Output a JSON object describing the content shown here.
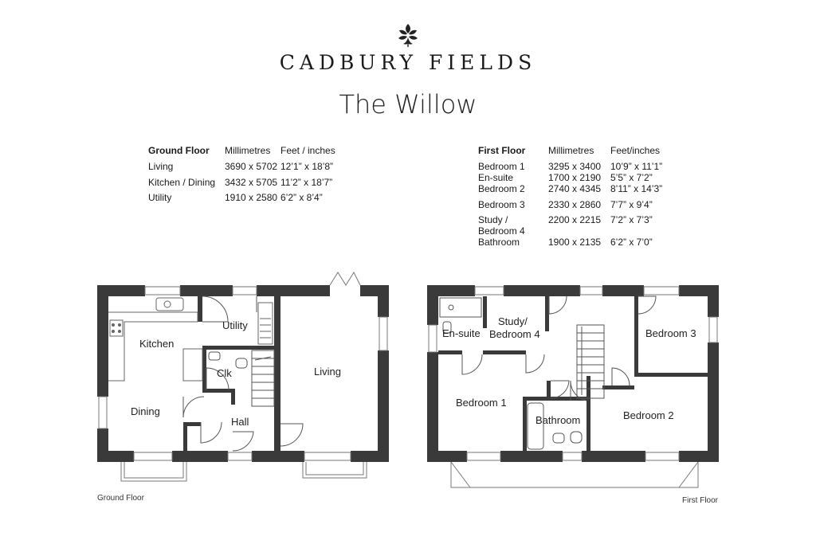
{
  "brand": {
    "name": "CADBURY FIELDS",
    "logo_icon": "leaf-cluster-icon"
  },
  "plan_name": "The Willow",
  "ground_floor_schedule": {
    "headers": [
      "Ground Floor",
      "Millimetres",
      "Feet / inches"
    ],
    "rows": [
      {
        "room": "Living",
        "mm": "3690 x 5702",
        "ft": "12’1” x 18’8”"
      },
      {
        "room": "Kitchen / Dining",
        "mm": "3432 x 5705",
        "ft": "11’2” x 18’7”"
      },
      {
        "room": "Utility",
        "mm": "1910 x 2580",
        "ft": "6’2” x 8’4”"
      }
    ]
  },
  "first_floor_schedule": {
    "headers": [
      "First Floor",
      "Millimetres",
      "Feet/inches"
    ],
    "rows": [
      {
        "room": "Bedroom 1\nEn-suite",
        "mm": "3295 x 3400\n1700 x 2190",
        "ft": "10’9” x 11’1”\n5’5” x 7’2”"
      },
      {
        "room": "Bedroom 2",
        "mm": "2740 x 4345",
        "ft": "8’11” x 14’3”"
      },
      {
        "room": "Bedroom 3",
        "mm": "2330 x 2860",
        "ft": "7’7” x 9’4”"
      },
      {
        "room": "Study /\nBedroom 4",
        "mm": "2200 x 2215",
        "ft": "7’2” x 7’3”"
      },
      {
        "room": "Bathroom",
        "mm": "1900 x 2135",
        "ft": "6’2” x 7’0”"
      }
    ]
  },
  "ground_floor_plan": {
    "caption": "Ground Floor",
    "rooms": {
      "kitchen": "Kitchen",
      "dining": "Dining",
      "utility": "Utility",
      "clk": "Clk",
      "hall": "Hall",
      "living": "Living"
    }
  },
  "first_floor_plan": {
    "caption": "First Floor",
    "rooms": {
      "ensuite": "En-suite",
      "study_line1": "Study/",
      "study_line2": "Bedroom 4",
      "bedroom3": "Bedroom 3",
      "bedroom1": "Bedroom 1",
      "bathroom": "Bathroom",
      "bedroom2": "Bedroom 2"
    }
  },
  "colors": {
    "wall": "#3a3a3a",
    "line": "#555555"
  }
}
